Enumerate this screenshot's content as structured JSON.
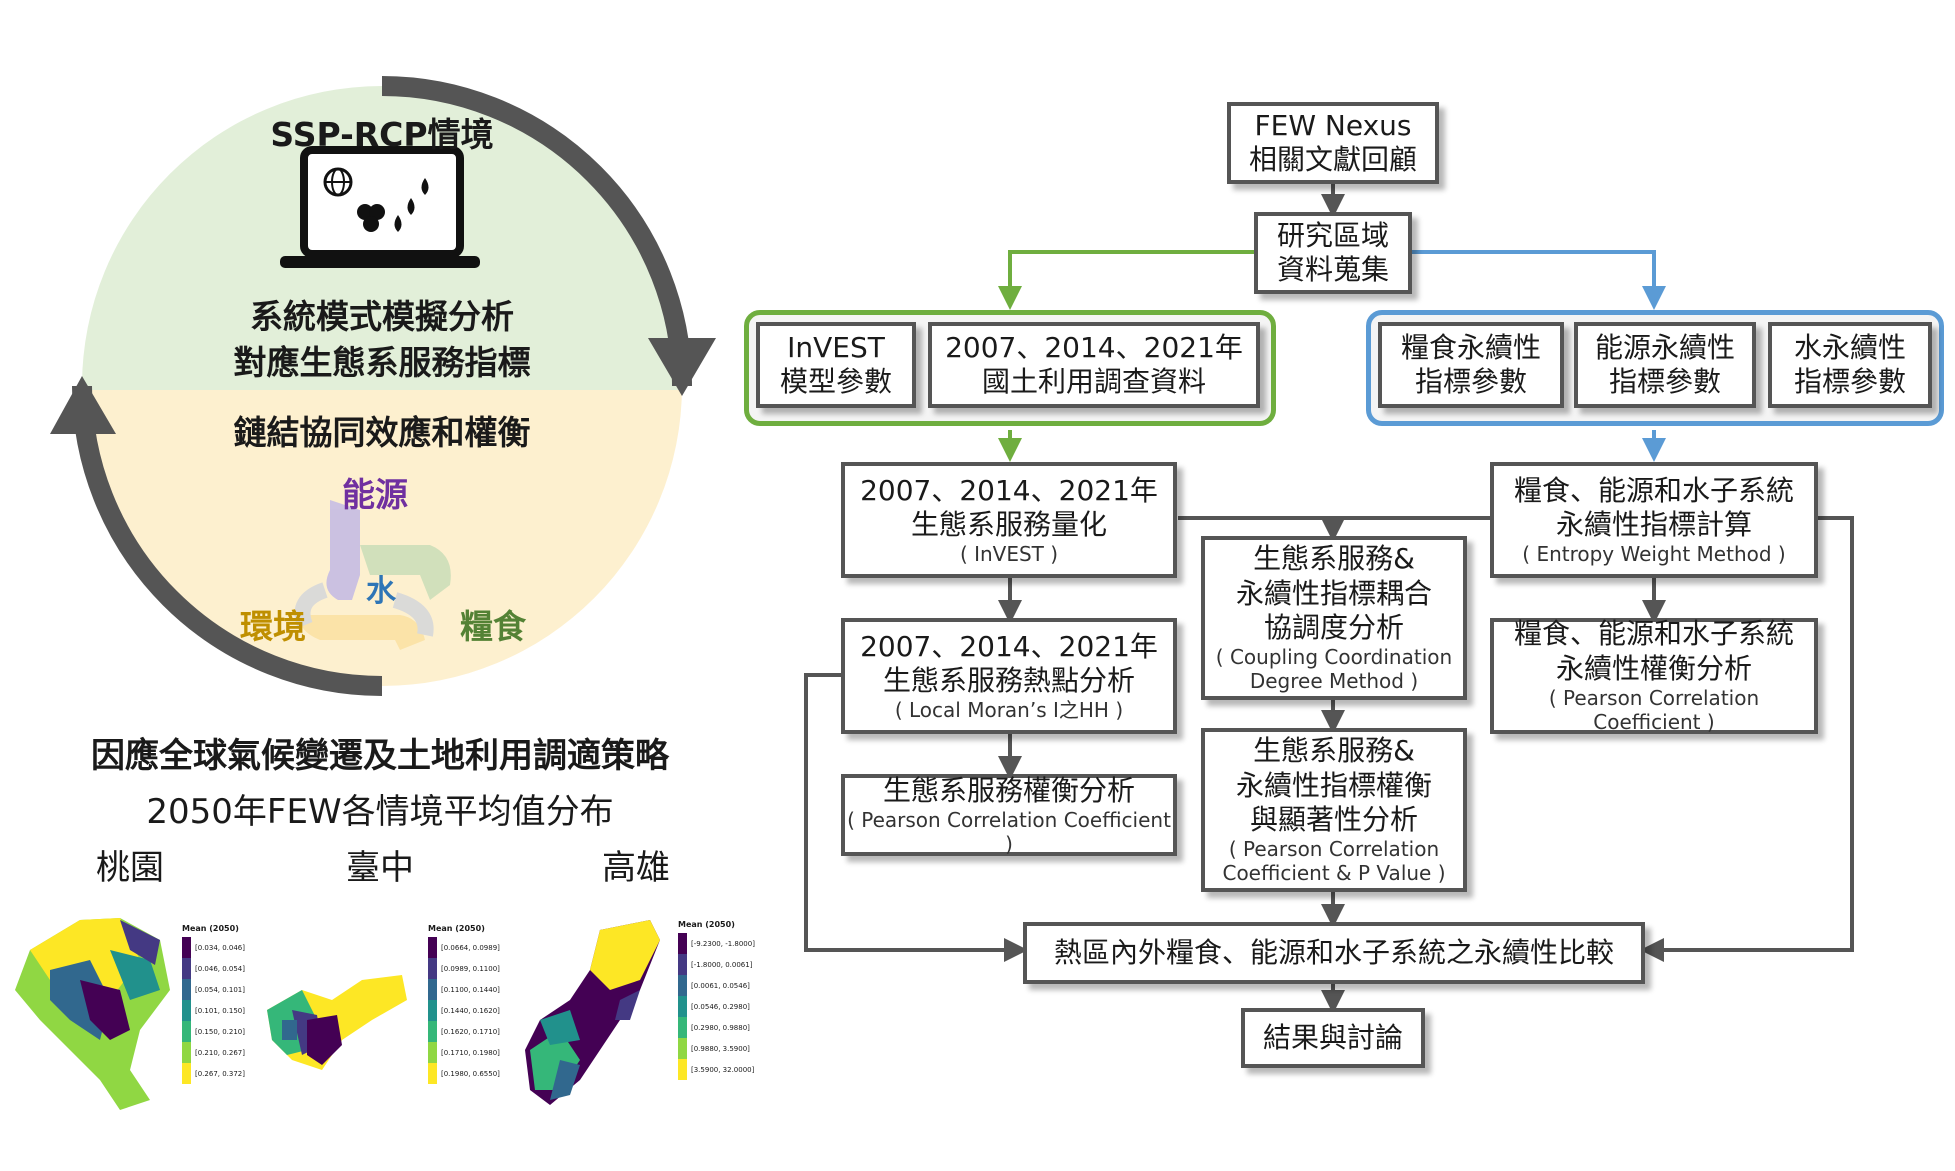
{
  "left": {
    "ssp_title": "SSP-RCP情境",
    "model_line1": "系統模式模擬分析",
    "model_line2": "對應生態系服務指標",
    "link_title": "鏈結協同效應和權衡",
    "nexus": {
      "energy": "能源",
      "water": "水",
      "environment": "環境",
      "food": "糧食"
    },
    "strategy_title": "因應全球氣候變遷及土地利用調適策略",
    "distribution_title": "2050年FEW各情境平均值分布",
    "cities": [
      "桃園",
      "臺中",
      "高雄"
    ],
    "maps": [
      {
        "legend_title": "Mean (2050)",
        "ranges": [
          "[0.034, 0.046]",
          "[0.046, 0.054]",
          "[0.054, 0.101]",
          "[0.101, 0.150]",
          "[0.150, 0.210]",
          "[0.210, 0.267]",
          "[0.267, 0.372]"
        ]
      },
      {
        "legend_title": "Mean (2050)",
        "ranges": [
          "[0.0664, 0.0989]",
          "[0.0989, 0.1100]",
          "[0.1100, 0.1440]",
          "[0.1440, 0.1620]",
          "[0.1620, 0.1710]",
          "[0.1710, 0.1980]",
          "[0.1980, 0.6550]"
        ]
      },
      {
        "legend_title": "Mean (2050)",
        "ranges": [
          "[-9.2300, -1.8000]",
          "[-1.8000, 0.0061]",
          "[0.0061, 0.0546]",
          "[0.0546, 0.2980]",
          "[0.2980, 0.9880]",
          "[0.9880, 3.5900]",
          "[3.5900, 32.0000]"
        ]
      }
    ],
    "legend_colors": [
      "#440154",
      "#443983",
      "#31688e",
      "#21918c",
      "#35b779",
      "#90d743",
      "#fde725"
    ]
  },
  "flow": {
    "few_nexus": {
      "l1": "FEW Nexus",
      "l2": "相關文獻回顧"
    },
    "study_area": {
      "l1": "研究區域",
      "l2": "資料蒐集"
    },
    "invest_params": {
      "l1": "InVEST",
      "l2": "模型參數"
    },
    "landuse_data": {
      "l1": "2007、2014、2021年",
      "l2": "國土利用調查資料"
    },
    "food_params": {
      "l1": "糧食永續性",
      "l2": "指標參數"
    },
    "energy_params": {
      "l1": "能源永續性",
      "l2": "指標參數"
    },
    "water_params": {
      "l1": "水永續性",
      "l2": "指標參數"
    },
    "es_quant": {
      "l1": "2007、2014、2021年",
      "l2": "生態系服務量化",
      "l3": "( InVEST )"
    },
    "sustain_calc": {
      "l1": "糧食、能源和水子系統",
      "l2": "永續性指標計算",
      "l3": "( Entropy Weight Method )"
    },
    "coupling": {
      "l1": "生態系服務&",
      "l2": "永續性指標耦合",
      "l3": "協調度分析",
      "l4": "( Coupling Coordination",
      "l5": "Degree Method )"
    },
    "hotspot": {
      "l1": "2007、2014、2021年",
      "l2": "生態系服務熱點分析",
      "l3": "( Local Moran’s I之HH )"
    },
    "sustain_tradeoff": {
      "l1": "糧食、能源和水子系統",
      "l2": "永續性權衡分析",
      "l3": "( Pearson Correlation Coefficient )"
    },
    "es_tradeoff": {
      "l1": "生態系服務權衡分析",
      "l2": "( Pearson Correlation Coefficient )"
    },
    "es_sig": {
      "l1": "生態系服務&",
      "l2": "永續性指標權衡",
      "l3": "與顯著性分析",
      "l4": "( Pearson Correlation",
      "l5": "Coefficient & P Value )"
    },
    "compare": {
      "l1": "熱區內外糧食、能源和水子系統之永續性比較"
    },
    "result": {
      "l1": "結果與討論"
    }
  },
  "colors": {
    "green": "#6fae3f",
    "blue": "#5b9bd5",
    "arrow": "#555555",
    "cycle_top": "#e2efd9",
    "cycle_bottom": "#fdf0cf",
    "energy_text": "#7030a0",
    "food_text": "#548235",
    "env_text": "#bf8f00",
    "water_text": "#2e75b6"
  }
}
